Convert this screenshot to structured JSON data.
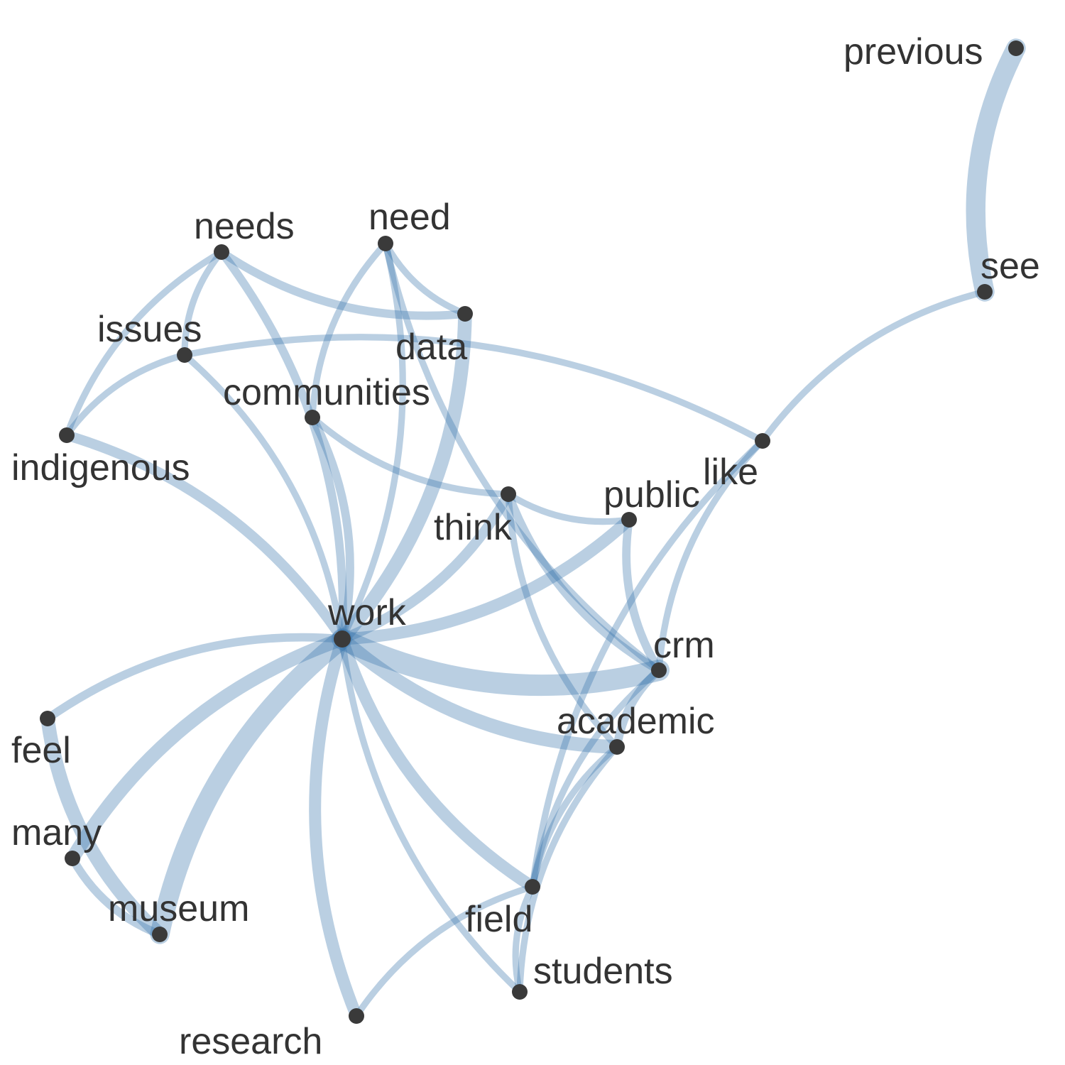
{
  "graph": {
    "edge_color": "#3572aa",
    "edge_opacity": 0.34,
    "node_color": "#3a3a3a",
    "label_color": "#333333",
    "nodes": [
      {
        "id": "work",
        "label": "work"
      },
      {
        "id": "crm",
        "label": "crm"
      },
      {
        "id": "academic",
        "label": "academic"
      },
      {
        "id": "museum",
        "label": "museum"
      },
      {
        "id": "data",
        "label": "data"
      },
      {
        "id": "field",
        "label": "field"
      },
      {
        "id": "research",
        "label": "research"
      },
      {
        "id": "public",
        "label": "public"
      },
      {
        "id": "indigenous",
        "label": "indigenous"
      },
      {
        "id": "needs",
        "label": "needs"
      },
      {
        "id": "need",
        "label": "need"
      },
      {
        "id": "issues",
        "label": "issues"
      },
      {
        "id": "communities",
        "label": "communities"
      },
      {
        "id": "think",
        "label": "think"
      },
      {
        "id": "like",
        "label": "like"
      },
      {
        "id": "see",
        "label": "see"
      },
      {
        "id": "previous",
        "label": "previous"
      },
      {
        "id": "feel",
        "label": "feel"
      },
      {
        "id": "many",
        "label": "many"
      },
      {
        "id": "students",
        "label": "students"
      }
    ],
    "edges": [
      {
        "source": "work",
        "target": "museum",
        "weight": 9
      },
      {
        "source": "work",
        "target": "many",
        "weight": 6
      },
      {
        "source": "work",
        "target": "feel",
        "weight": 3
      },
      {
        "source": "work",
        "target": "research",
        "weight": 5
      },
      {
        "source": "work",
        "target": "students",
        "weight": 2
      },
      {
        "source": "work",
        "target": "field",
        "weight": 5
      },
      {
        "source": "work",
        "target": "academic",
        "weight": 6
      },
      {
        "source": "work",
        "target": "crm",
        "weight": 10
      },
      {
        "source": "work",
        "target": "public",
        "weight": 5
      },
      {
        "source": "work",
        "target": "think",
        "weight": 4
      },
      {
        "source": "work",
        "target": "data",
        "weight": 6
      },
      {
        "source": "work",
        "target": "need",
        "weight": 2
      },
      {
        "source": "work",
        "target": "communities",
        "weight": 3
      },
      {
        "source": "work",
        "target": "needs",
        "weight": 3
      },
      {
        "source": "work",
        "target": "issues",
        "weight": 2
      },
      {
        "source": "work",
        "target": "indigenous",
        "weight": 4
      },
      {
        "source": "previous",
        "target": "see",
        "weight": 9
      },
      {
        "source": "see",
        "target": "like",
        "weight": 2
      },
      {
        "source": "like",
        "target": "issues",
        "weight": 2
      },
      {
        "source": "like",
        "target": "crm",
        "weight": 2
      },
      {
        "source": "like",
        "target": "field",
        "weight": 2
      },
      {
        "source": "needs",
        "target": "data",
        "weight": 3
      },
      {
        "source": "needs",
        "target": "issues",
        "weight": 2
      },
      {
        "source": "needs",
        "target": "indigenous",
        "weight": 2
      },
      {
        "source": "issues",
        "target": "indigenous",
        "weight": 2
      },
      {
        "source": "need",
        "target": "data",
        "weight": 2
      },
      {
        "source": "need",
        "target": "crm",
        "weight": 2
      },
      {
        "source": "need",
        "target": "communities",
        "weight": 2
      },
      {
        "source": "communities",
        "target": "think",
        "weight": 2
      },
      {
        "source": "think",
        "target": "public",
        "weight": 2
      },
      {
        "source": "think",
        "target": "crm",
        "weight": 3
      },
      {
        "source": "think",
        "target": "academic",
        "weight": 2
      },
      {
        "source": "public",
        "target": "crm",
        "weight": 3
      },
      {
        "source": "crm",
        "target": "academic",
        "weight": 3
      },
      {
        "source": "crm",
        "target": "field",
        "weight": 2
      },
      {
        "source": "academic",
        "target": "field",
        "weight": 2
      },
      {
        "source": "academic",
        "target": "students",
        "weight": 2
      },
      {
        "source": "field",
        "target": "students",
        "weight": 2
      },
      {
        "source": "field",
        "target": "research",
        "weight": 2
      },
      {
        "source": "feel",
        "target": "museum",
        "weight": 6
      },
      {
        "source": "many",
        "target": "museum",
        "weight": 3
      }
    ]
  }
}
